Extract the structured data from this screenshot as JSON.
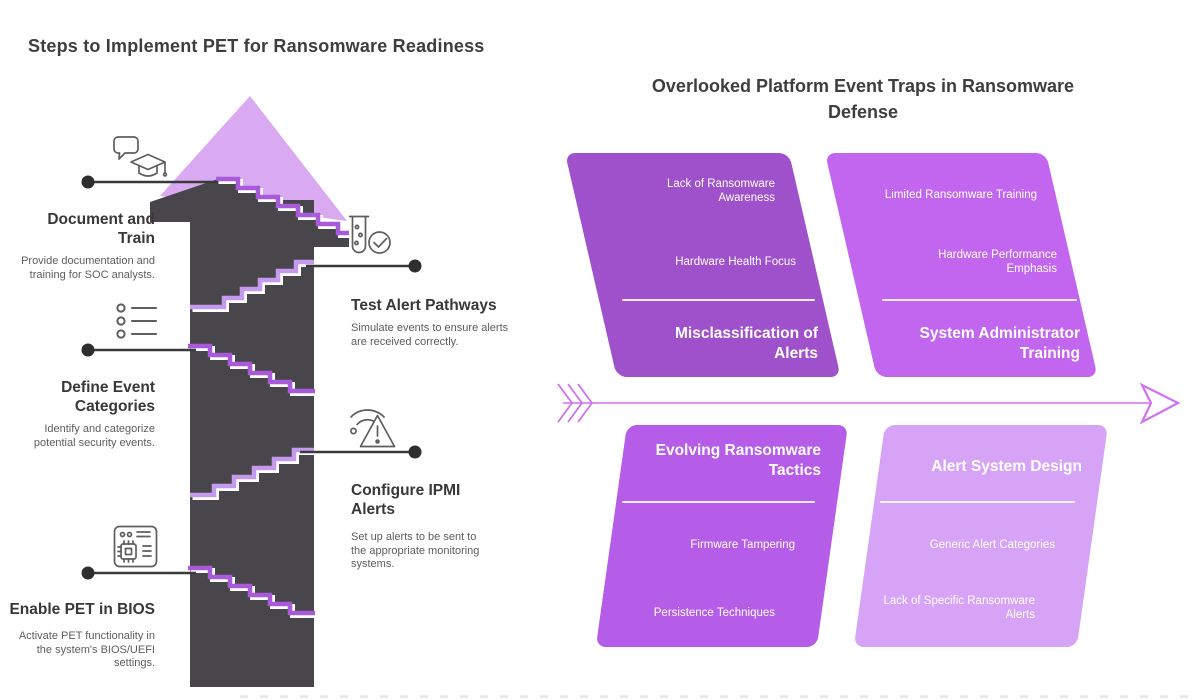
{
  "left": {
    "title": "Steps to Implement PET for Ransomware Readiness",
    "steps": [
      {
        "icon": "chat-graduation-icon",
        "heading": "Document and Train",
        "description": "Provide documentation and training for SOC analysts."
      },
      {
        "icon": "checklist-icon",
        "heading": "Define Event Categories",
        "description": "Identify and categorize potential security events."
      },
      {
        "icon": "bios-chip-icon",
        "heading": "Enable PET in BIOS",
        "description": "Activate PET functionality in the system's BIOS/UEFI settings."
      },
      {
        "icon": "test-tube-check-icon",
        "heading": "Test Alert Pathways",
        "description": "Simulate events to ensure alerts are received correctly."
      },
      {
        "icon": "wifi-alert-icon",
        "heading": "Configure IPMI Alerts",
        "description": "Set up alerts to be sent to the appropriate monitoring systems."
      }
    ],
    "colors": {
      "stair_tower": "#48464a",
      "up_arrow": "#d9a9f2",
      "tread_primary": "#a85ad8",
      "tread_secondary": "#c59aee",
      "connector": "#3a3a3a",
      "icon_stroke": "#5e5e5e"
    }
  },
  "right": {
    "title": "Overlooked Platform Event Traps in Ransomware Defense",
    "arrow_color": "#cf72f0",
    "boxes": [
      {
        "position": "top-left",
        "color": "#9f51cc",
        "items": [
          "Lack of Ransomware Awareness",
          "Hardware Health Focus"
        ],
        "heading": "Misclassification of Alerts"
      },
      {
        "position": "top-right",
        "color": "#c266f0",
        "items": [
          "Limited Ransomware Training",
          "Hardware Performance Emphasis"
        ],
        "heading": "System Administrator Training"
      },
      {
        "position": "bottom-left",
        "color": "#b55ce8",
        "heading": "Evolving Ransomware Tactics",
        "items": [
          "Firmware Tampering",
          "Persistence Techniques"
        ]
      },
      {
        "position": "bottom-right",
        "color": "#d7a3f6",
        "heading": "Alert System Design",
        "items": [
          "Generic Alert Categories",
          "Lack of Specific Ransomware Alerts"
        ]
      }
    ]
  }
}
